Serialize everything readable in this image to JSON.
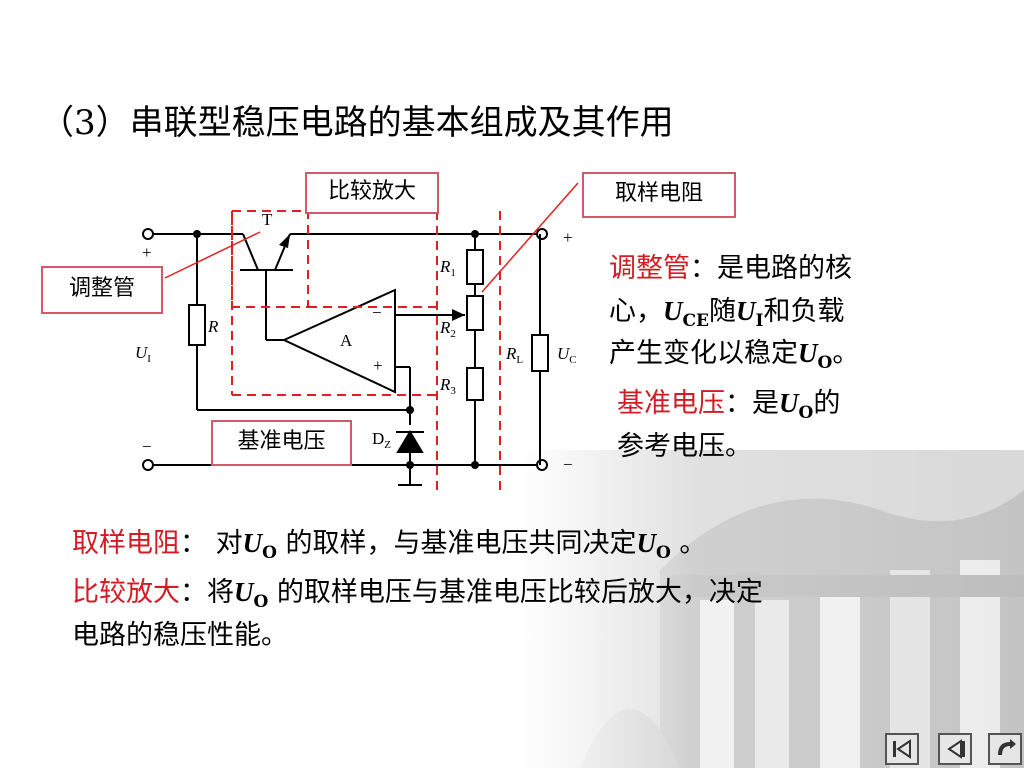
{
  "title": "（3）串联型稳压电路的基本组成及其作用",
  "labels": {
    "compare_amp": "比较放大",
    "sampling_resistor": "取样电阻",
    "adjust_tube": "调整管",
    "reference_voltage": "基准电压"
  },
  "circuit": {
    "transistor": "T",
    "amplifier": "A",
    "resistor_r": "R",
    "r1": "R",
    "r1_sub": "1",
    "r2": "R",
    "r2_sub": "2",
    "r3": "R",
    "r3_sub": "3",
    "rl": "R",
    "rl_sub": "L",
    "ui": "U",
    "ui_sub": "I",
    "uc": "U",
    "uc_sub": "C",
    "dz": "D",
    "dz_sub": "Z",
    "plus": "+",
    "minus": "−",
    "in_plus": "+",
    "in_minus": "−",
    "out_plus": "+",
    "out_minus": "−"
  },
  "side_note": {
    "adjust_term": "调整管",
    "adjust_text1": "：是电路的核",
    "adjust_text2a": "心，",
    "u": "U",
    "ce": "CE",
    "sui": "随",
    "i": "I",
    "adjust_text2b": "和负载",
    "adjust_text3": "产生变化以稳定",
    "o": "O",
    "period": "。",
    "ref_term": "基准电压",
    "ref_text1": "：是",
    "ref_text1b": "的",
    "ref_text2": "参考电压。"
  },
  "bottom_note": {
    "sample_term": "取样电阻",
    "sample_text1": "： 对",
    "sample_text2": " 的取样，与基准电压共同决定",
    "sample_text3": " 。",
    "compare_term": "比较放大",
    "compare_text1": "：将",
    "compare_text2": " 的取样电压与基准电压比较后放大，决定",
    "compare_text3": "电路的稳压性能。",
    "u": "U",
    "o": "O"
  },
  "nav": [
    "first-page-icon",
    "previous-page-icon",
    "next-page-icon",
    "return-icon"
  ]
}
